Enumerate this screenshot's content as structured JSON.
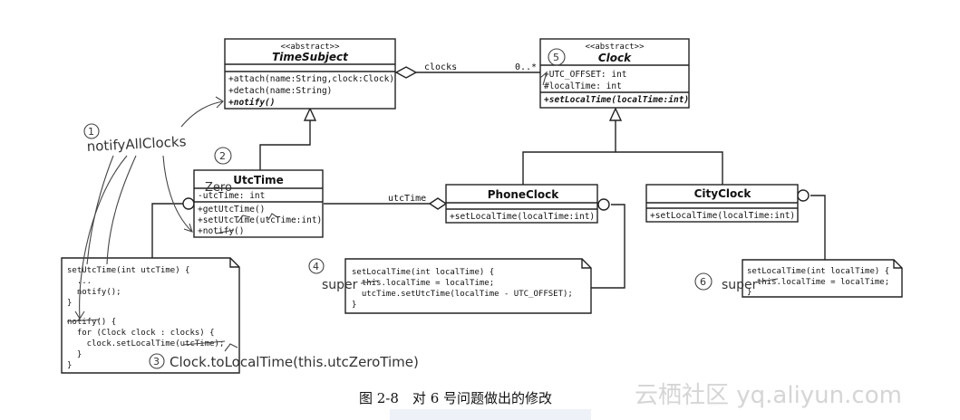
{
  "classes": {
    "time_subject": {
      "stereotype": "<<abstract>>",
      "name": "TimeSubject",
      "operations": [
        "+attach(name:String,clock:Clock)",
        "+detach(name:String)",
        "+notify()"
      ]
    },
    "clock": {
      "stereotype": "<<abstract>>",
      "name": "Clock",
      "attributes": [
        "+UTC_OFFSET: int",
        "#localTime: int"
      ],
      "operations": [
        "+setLocalTime(localTime:int)"
      ]
    },
    "utc_time": {
      "name": "UtcTime",
      "attributes": [
        "-utcTime: int"
      ],
      "operations": [
        "+getUtcTime()",
        "+setUtcTime(utcTime:int)",
        "+notify()"
      ]
    },
    "phone_clock": {
      "name": "PhoneClock",
      "operations": [
        "+setLocalTime(localTime:int)"
      ]
    },
    "city_clock": {
      "name": "CityClock",
      "operations": [
        "+setLocalTime(localTime:int)"
      ]
    }
  },
  "associations": {
    "clocks": {
      "role": "clocks",
      "multiplicity": "0..*"
    },
    "utc_time": {
      "role": "utcTime"
    }
  },
  "notes": {
    "utc_note": [
      "setUtcTime(int utcTime) {",
      "  ...",
      "  notify();",
      "}",
      "",
      "notify() {",
      "  for (Clock clock : clocks) {",
      "    clock.setLocalTime(utcTime);",
      "  }",
      "}"
    ],
    "phone_note": [
      "setLocalTime(int localTime) {",
      "  this.localTime = localTime;",
      "  utcTime.setUtcTime(localTime - UTC_OFFSET);",
      "}"
    ],
    "city_note": [
      "setLocalTime(int localTime) {",
      "  this.localTime = localTime;",
      "}"
    ]
  },
  "annotations": {
    "n1": "1",
    "n1_text": "notifyAllClocks",
    "n2": "2",
    "n2_text": "Zero",
    "n3": "3",
    "n3_text": "Clock.toLocalTime(this.utcZeroTime)",
    "n4": "4",
    "n4_text": "super",
    "n5": "5",
    "n6": "6",
    "n6_text": "super"
  },
  "caption": "图 2-8　对 6 号问题做出的修改",
  "watermark": "云栖社区 yq.aliyun.com"
}
